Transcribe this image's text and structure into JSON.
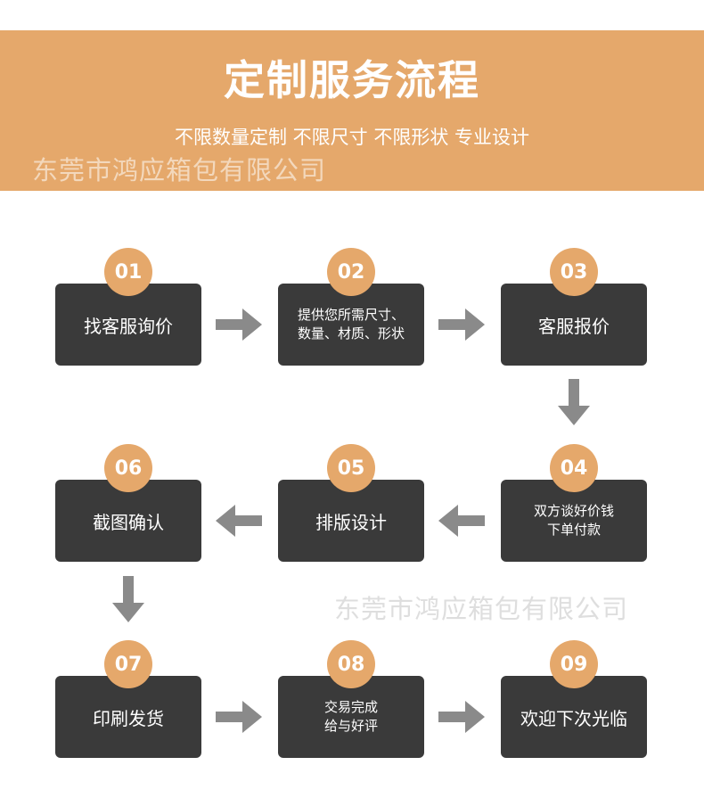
{
  "header": {
    "title": "定制服务流程",
    "subtitle": "不限数量定制 不限尺寸 不限形状 专业设计"
  },
  "watermark": "东莞市鸿应箱包有限公司",
  "steps": [
    {
      "num": "01",
      "line1": "找客服询价",
      "line2": ""
    },
    {
      "num": "02",
      "line1": "提供您所需尺寸、",
      "line2": "数量、材质、形状"
    },
    {
      "num": "03",
      "line1": "客服报价",
      "line2": ""
    },
    {
      "num": "04",
      "line1": "双方谈好价钱",
      "line2": "下单付款"
    },
    {
      "num": "05",
      "line1": "排版设计",
      "line2": ""
    },
    {
      "num": "06",
      "line1": "截图确认",
      "line2": ""
    },
    {
      "num": "07",
      "line1": "印刷发货",
      "line2": ""
    },
    {
      "num": "08",
      "line1": "交易完成",
      "line2": "给与好评"
    },
    {
      "num": "09",
      "line1": "欢迎下次光临",
      "line2": ""
    }
  ],
  "colors": {
    "accent": "#e5a86b",
    "box": "#3a3a3a",
    "arrow": "#8a8a8a"
  },
  "icons": [
    "arrow-right-icon",
    "arrow-left-icon",
    "arrow-down-icon"
  ]
}
